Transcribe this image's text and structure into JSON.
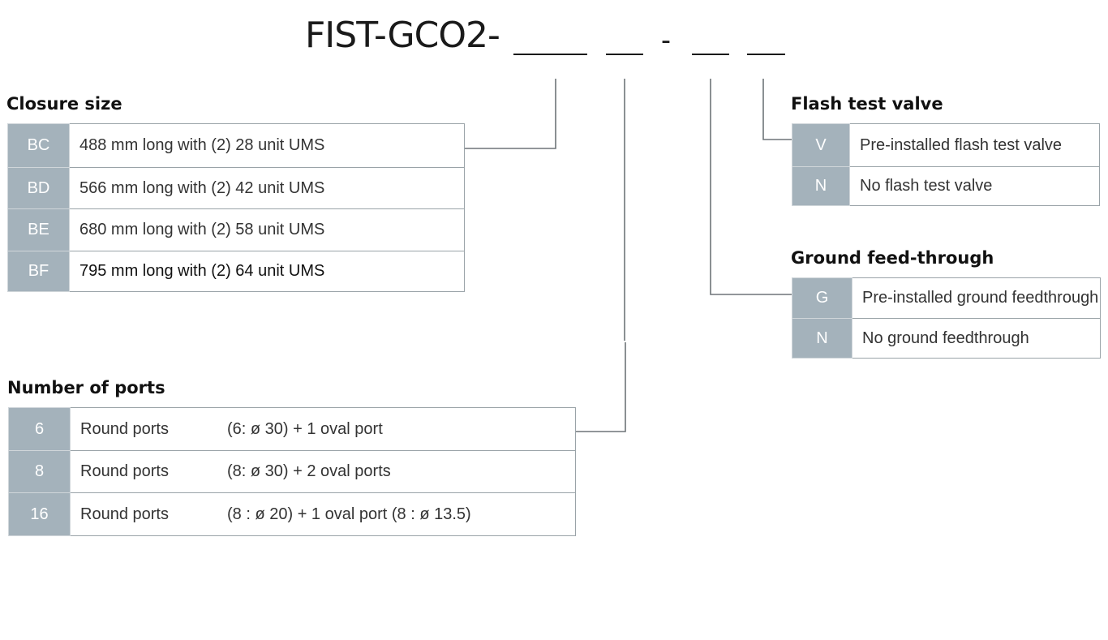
{
  "code": {
    "prefix": "FIST-GCO2-",
    "separator": "-"
  },
  "closure_size": {
    "heading": "Closure size",
    "rows": [
      {
        "code": "BC",
        "desc": "488 mm long with (2) 28 unit UMS"
      },
      {
        "code": "BD",
        "desc": "566 mm long with (2) 42 unit UMS"
      },
      {
        "code": "BE",
        "desc": "680 mm long with (2) 58 unit UMS"
      },
      {
        "code": "BF",
        "desc": "795 mm long with (2) 64 unit UMS"
      }
    ]
  },
  "ports": {
    "heading": "Number of ports",
    "rows": [
      {
        "code": "6",
        "type": "Round ports",
        "detail": "(6: ø 30) + 1 oval port"
      },
      {
        "code": "8",
        "type": "Round ports",
        "detail": "(8: ø 30) + 2 oval ports"
      },
      {
        "code": "16",
        "type": "Round ports",
        "detail": "(8 : ø 20) + 1 oval port (8 : ø 13.5)"
      }
    ]
  },
  "flash_test_valve": {
    "heading": "Flash test valve",
    "rows": [
      {
        "code": "V",
        "desc": "Pre-installed flash test valve"
      },
      {
        "code": "N",
        "desc": "No flash test valve"
      }
    ]
  },
  "ground_feed": {
    "heading": "Ground feed-through",
    "rows": [
      {
        "code": "G",
        "desc": "Pre-installed ground feedthrough"
      },
      {
        "code": "N",
        "desc": "No ground feedthrough"
      }
    ]
  }
}
